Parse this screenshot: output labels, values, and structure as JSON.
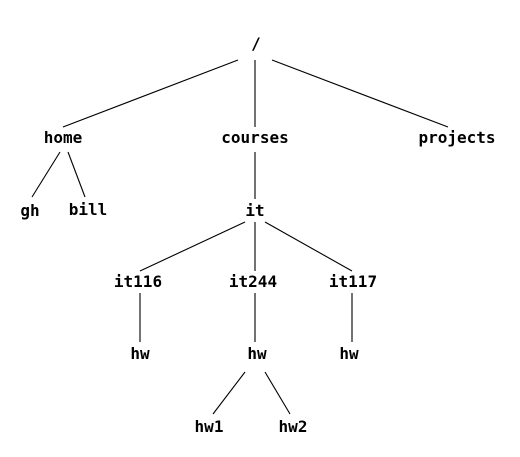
{
  "tree": {
    "nodes": {
      "root": "/",
      "home": "home",
      "courses": "courses",
      "projects": "projects",
      "gh": "gh",
      "bill": "bill",
      "it": "it",
      "it116": "it116",
      "it244": "it244",
      "it117": "it117",
      "it116_hw": "hw",
      "it244_hw": "hw",
      "it117_hw": "hw",
      "hw1": "hw1",
      "hw2": "hw2"
    },
    "edges": [
      [
        "root",
        "home"
      ],
      [
        "root",
        "courses"
      ],
      [
        "root",
        "projects"
      ],
      [
        "home",
        "gh"
      ],
      [
        "home",
        "bill"
      ],
      [
        "courses",
        "it"
      ],
      [
        "it",
        "it116"
      ],
      [
        "it",
        "it244"
      ],
      [
        "it",
        "it117"
      ],
      [
        "it116",
        "it116_hw"
      ],
      [
        "it244",
        "it244_hw"
      ],
      [
        "it117",
        "it117_hw"
      ],
      [
        "it244_hw",
        "hw1"
      ],
      [
        "it244_hw",
        "hw2"
      ]
    ],
    "colors": {
      "line": "#000000",
      "text": "#000000",
      "background": "#ffffff"
    }
  }
}
